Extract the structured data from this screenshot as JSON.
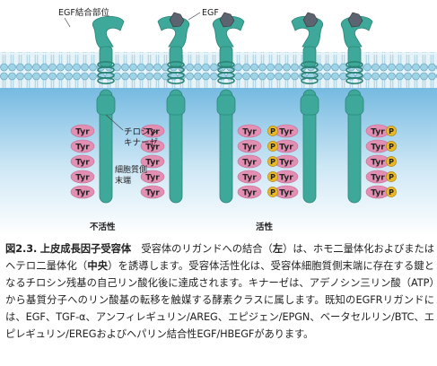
{
  "figure": {
    "labels": {
      "egf_binding_site": "EGF結合部位",
      "egf": "EGF",
      "tyrosine_kinase": "チロシン\nキナーゼ",
      "cytoplasmic_end": "細胞質側\n末端",
      "inactive": "不活性",
      "active": "活性"
    },
    "tyr_label": "Tyr",
    "phospho_label": "P",
    "colors": {
      "receptor": "#3ea99a",
      "receptor_dark": "#2b8576",
      "membrane_lipid": "#9fd3e6",
      "membrane_tail": "#d5eef7",
      "tyr_bead": "#e38fb3",
      "phosphate": "#e8b825",
      "egf_ligand": "#5b6470",
      "cytoplasm_top": "#6fb7e0",
      "cytoplasm_bottom": "#ffffff"
    }
  },
  "caption": {
    "fig_no": "図2.3.",
    "title": "上皮成長因子受容体",
    "t1": "受容体のリガンドへの結合（",
    "left": "左",
    "t2": "）は、ホモ二量体化およびまたはヘテロ二量体化（",
    "center": "中央",
    "t3": "）を誘導します。受容体活性化は、受容体細胞質側末端に存在する鍵となるチロシン残基の自己リン酸化後に達成されます。キナーゼは、アデノシン三リン酸（ATP）から基質分子へのリン酸基の転移を触媒する酵素クラスに属します。既知のEGFRリガンドには、EGF、TGF-α、アンフィレギュリン/AREG、エピジェン/EPGN、ベータセルリン/BTC、エピレギュリン/EREGおよびヘパリン結合性EGF/HBEGFがあります。"
  }
}
